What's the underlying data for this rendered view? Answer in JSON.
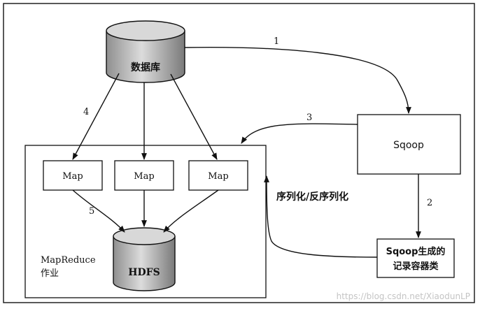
{
  "nodes": {
    "database": "数据库",
    "sqoop": "Sqoop",
    "record_class_line1": "Sqoop生成的",
    "record_class_line2": "记录容器类",
    "map_1": "Map",
    "map_2": "Map",
    "map_3": "Map",
    "hdfs": "HDFS",
    "mapreduce_line1": "MapReduce",
    "mapreduce_line2": "作业"
  },
  "edges": {
    "step_1": "1",
    "step_2": "2",
    "step_3": "3",
    "step_4": "4",
    "step_5": "5",
    "serialization": "序列化/反序列化"
  },
  "watermark": "https://blog.csdn.net/XiaodunLP"
}
